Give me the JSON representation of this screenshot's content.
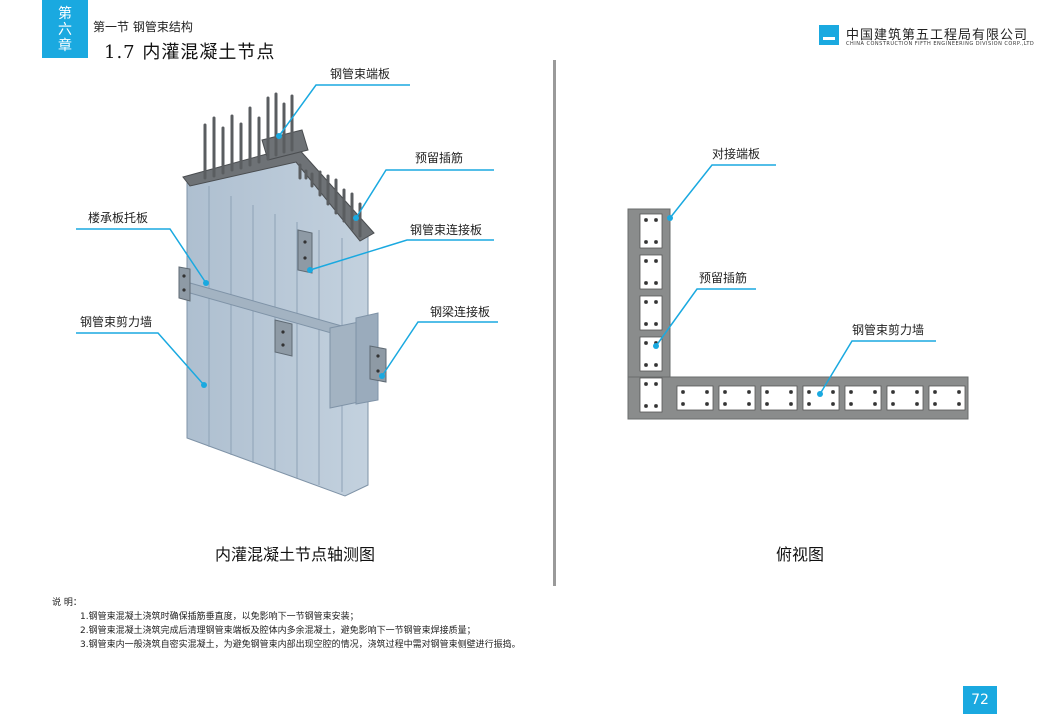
{
  "header": {
    "chapter": [
      "第",
      "六",
      "章"
    ],
    "section": "第一节  钢管束结构",
    "subsection": "1.7  内灌混凝土节点",
    "company_cn": "中国建筑第五工程局有限公司",
    "company_en": "CHINA CONSTRUCTION FIFTH ENGINEERING DIVISION CORP.,LTD"
  },
  "left_figure": {
    "caption": "内灌混凝土节点轴测图",
    "labels": {
      "end_plate": "钢管束端板",
      "reserved_bars": "预留插筋",
      "floor_bracket": "楼承板托板",
      "connect_plate": "钢管束连接板",
      "shear_wall": "钢管束剪力墙",
      "beam_plate": "钢梁连接板"
    }
  },
  "right_figure": {
    "caption": "俯视图",
    "labels": {
      "butt_plate": "对接端板",
      "reserved_bars": "预留插筋",
      "shear_wall": "钢管束剪力墙"
    }
  },
  "notes": {
    "title": "说  明：",
    "items": [
      "1.钢管束混凝土浇筑时确保插筋垂直度，以免影响下一节钢管束安装；",
      "2.钢管束混凝土浇筑完成后清理钢管束端板及腔体内多余混凝土，避免影响下一节钢管束焊接质量；",
      "3.钢管束内一般浇筑自密实混凝土，为避免钢管束内部出现空腔的情况，浇筑过程中需对钢管束侧壁进行振捣。"
    ]
  },
  "page_number": "72",
  "colors": {
    "accent": "#1aa9e0",
    "leader": "#1aa9e0"
  }
}
